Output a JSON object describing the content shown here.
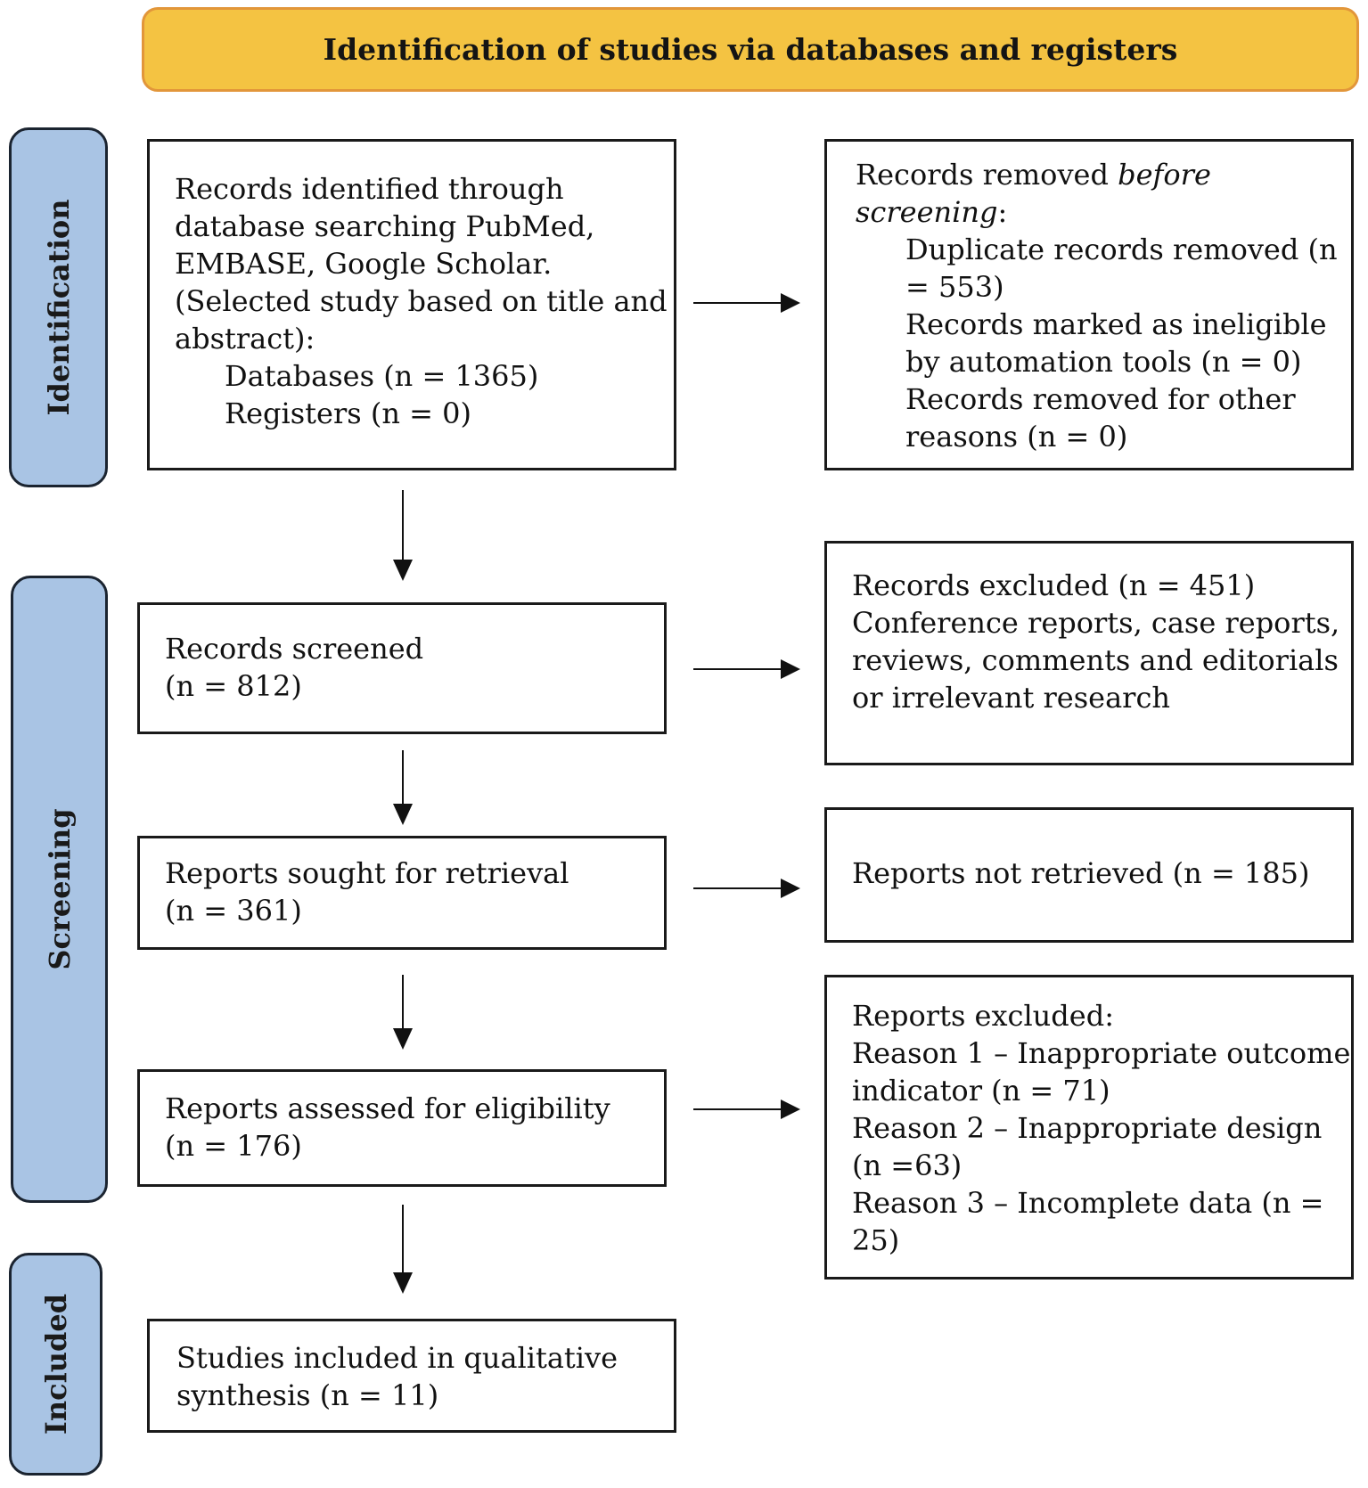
{
  "header": {
    "title": "Identification of studies via databases and registers"
  },
  "phases": {
    "identification": "Identification",
    "screening": "Screening",
    "included": "Included"
  },
  "boxes": {
    "identified": {
      "lines": [
        "Records identified through",
        "database searching PubMed,",
        "EMBASE, Google Scholar.",
        "(Selected study based on title and",
        "abstract):"
      ],
      "databases": "Databases (n = 1365)",
      "registers": "Registers (n = 0)"
    },
    "removed": {
      "intro": "Records removed ",
      "intro_italic_1": "before",
      "intro_italic_2": "screening",
      "intro_suffix": ":",
      "items": [
        "Duplicate records removed (n",
        "= 553)",
        "Records marked as ineligible",
        "by automation tools (n = 0)",
        "Records removed for other",
        "reasons (n = 0)"
      ]
    },
    "screened": {
      "lines": [
        "Records screened",
        "(n = 812)"
      ]
    },
    "excluded": {
      "lines": [
        "Records excluded (n = 451)",
        "Conference reports, case reports,",
        "reviews, comments and editorials",
        "or irrelevant research"
      ]
    },
    "sought": {
      "lines": [
        "Reports sought for retrieval",
        "(n = 361)"
      ]
    },
    "not_retrieved": {
      "lines": [
        "Reports not retrieved (n = 185)"
      ]
    },
    "assessed": {
      "lines": [
        "Reports assessed for eligibility",
        "(n = 176)"
      ]
    },
    "reports_excluded": {
      "lines": [
        "Reports excluded:",
        "Reason 1 – Inappropriate outcome",
        "indicator (n = 71)",
        "Reason 2 – Inappropriate design",
        "(n =63)",
        "Reason 3 – Incomplete data (n =",
        "25)"
      ]
    },
    "included": {
      "lines": [
        "Studies included in qualitative",
        "synthesis (n = 11)"
      ]
    }
  },
  "colors": {
    "header_fill": "#f4c342",
    "header_border": "#e2963a",
    "phase_fill": "#a9c4e4"
  }
}
